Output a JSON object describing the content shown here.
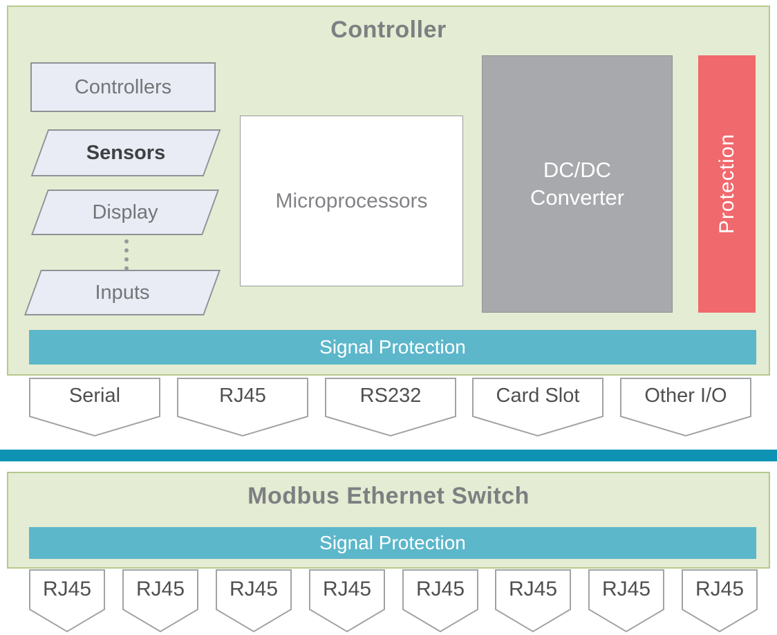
{
  "controller": {
    "title": "Controller",
    "peripherals": [
      {
        "label": "Controllers"
      },
      {
        "label": "Sensors"
      },
      {
        "label": "Display"
      },
      {
        "label": "Inputs"
      }
    ],
    "microprocessors_label": "Microprocessors",
    "dcdc_label": "DC/DC Converter",
    "protection_label": "Protection",
    "signal_protection_label": "Signal Protection",
    "ports": [
      "Serial",
      "RJ45",
      "RS232",
      "Card Slot",
      "Other I/O"
    ]
  },
  "switch": {
    "title": "Modbus Ethernet Switch",
    "signal_protection_label": "Signal Protection",
    "ports": [
      "RJ45",
      "RJ45",
      "RJ45",
      "RJ45",
      "RJ45",
      "RJ45",
      "RJ45",
      "RJ45"
    ]
  },
  "colors": {
    "panel_fill": "#e4ecd3",
    "panel_border": "#b5c98c",
    "signal_bar_teal": "#5cb7ca",
    "divider_teal": "#0f93b4",
    "dcdc_gray": "#a7a9ac",
    "protection_red": "#f0696d",
    "shape_fill": "#e9ecf5",
    "shape_border": "#8e9195",
    "label_gray": "#737577"
  }
}
